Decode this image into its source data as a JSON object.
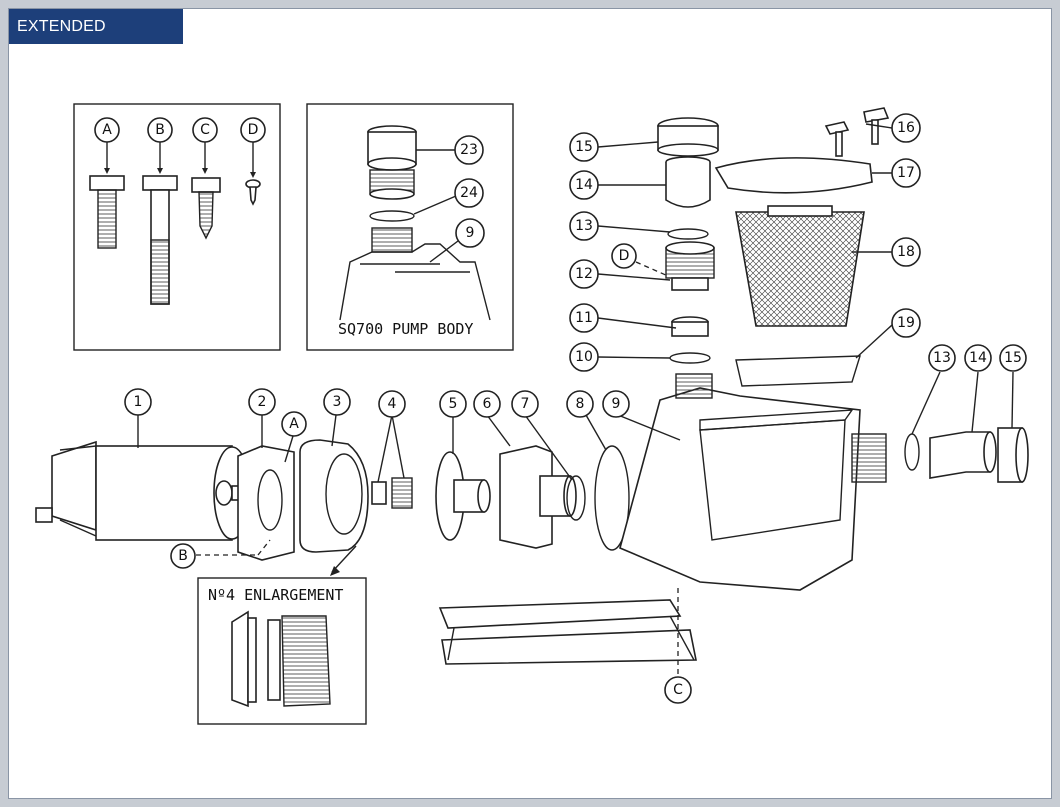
{
  "header": {
    "title": "EXTENDED DIAGRAM"
  },
  "colors": {
    "header_bg": "#1d3f7a",
    "frame": "#c7ccd3",
    "ink": "#222222"
  },
  "insets": {
    "fasteners": {
      "labels": [
        "A",
        "B",
        "C",
        "D"
      ]
    },
    "pump_body": {
      "caption": "SQ700 PUMP BODY",
      "callouts": [
        "23",
        "24",
        "9"
      ]
    },
    "enlargement": {
      "caption": "Nº4 ENLARGEMENT"
    }
  },
  "callouts": {
    "main": [
      "1",
      "2",
      "A",
      "3",
      "4",
      "5",
      "6",
      "7",
      "8",
      "9",
      "B",
      "C"
    ],
    "lid_assembly": [
      "15",
      "14",
      "13",
      "12",
      "D",
      "11",
      "10",
      "16",
      "17",
      "18",
      "19"
    ],
    "outlet": [
      "13",
      "14",
      "15"
    ]
  }
}
